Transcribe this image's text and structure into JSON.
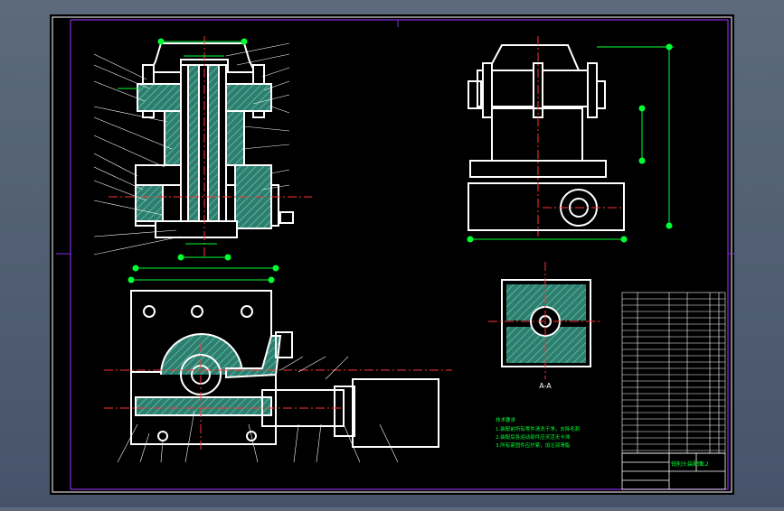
{
  "drawing": {
    "view_label": "A-A",
    "tech_notes": {
      "title": "技术要求",
      "lines": [
        "1.装配前所有零件清洗干净，去除毛刺",
        "2.装配后各运动部件应灵活无卡滞",
        "3.所有紧固件应拧紧，加注润滑脂"
      ]
    },
    "title_block": {
      "drawing_name": "铣削头装配图",
      "scale": "1:2"
    }
  },
  "colors": {
    "background": "#000000",
    "outline": "#ffffff",
    "dimension": "#00ff33",
    "centerline": "#ff3333",
    "section_hatch": "#2f8c7a",
    "frame_border": "#ffffff",
    "margin_line": "#8a2be2"
  }
}
